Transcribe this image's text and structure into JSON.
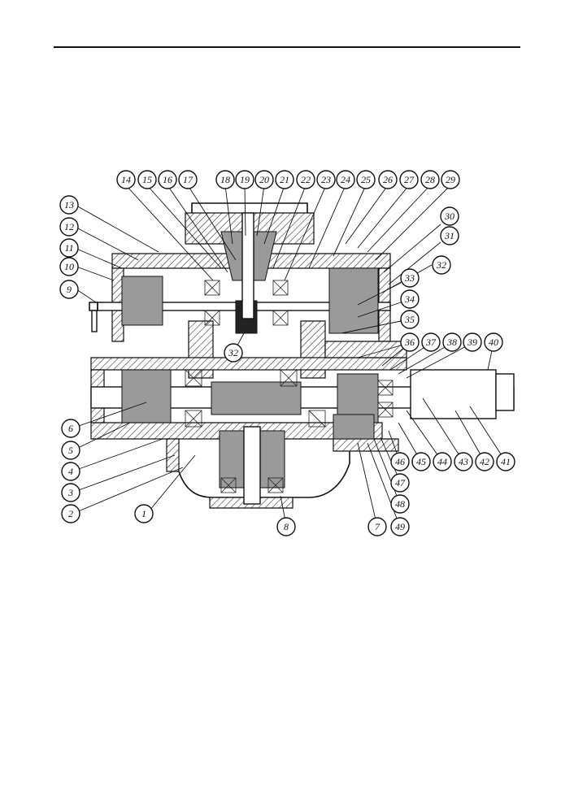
{
  "drawing": {
    "subject": "gearbox-cross-section",
    "callouts": [
      {
        "n": "1"
      },
      {
        "n": "2"
      },
      {
        "n": "3"
      },
      {
        "n": "4"
      },
      {
        "n": "5"
      },
      {
        "n": "6"
      },
      {
        "n": "7"
      },
      {
        "n": "8"
      },
      {
        "n": "9"
      },
      {
        "n": "10"
      },
      {
        "n": "11"
      },
      {
        "n": "12"
      },
      {
        "n": "13"
      },
      {
        "n": "14"
      },
      {
        "n": "15"
      },
      {
        "n": "16"
      },
      {
        "n": "17"
      },
      {
        "n": "18"
      },
      {
        "n": "19"
      },
      {
        "n": "20"
      },
      {
        "n": "21"
      },
      {
        "n": "22"
      },
      {
        "n": "23"
      },
      {
        "n": "24"
      },
      {
        "n": "25"
      },
      {
        "n": "26"
      },
      {
        "n": "27"
      },
      {
        "n": "28"
      },
      {
        "n": "29"
      },
      {
        "n": "30"
      },
      {
        "n": "31"
      },
      {
        "n": "32"
      },
      {
        "n": "32"
      },
      {
        "n": "33"
      },
      {
        "n": "34"
      },
      {
        "n": "35"
      },
      {
        "n": "36"
      },
      {
        "n": "37"
      },
      {
        "n": "38"
      },
      {
        "n": "39"
      },
      {
        "n": "40"
      },
      {
        "n": "41"
      },
      {
        "n": "42"
      },
      {
        "n": "43"
      },
      {
        "n": "44"
      },
      {
        "n": "45"
      },
      {
        "n": "46"
      },
      {
        "n": "47"
      },
      {
        "n": "48"
      },
      {
        "n": "49"
      }
    ]
  }
}
